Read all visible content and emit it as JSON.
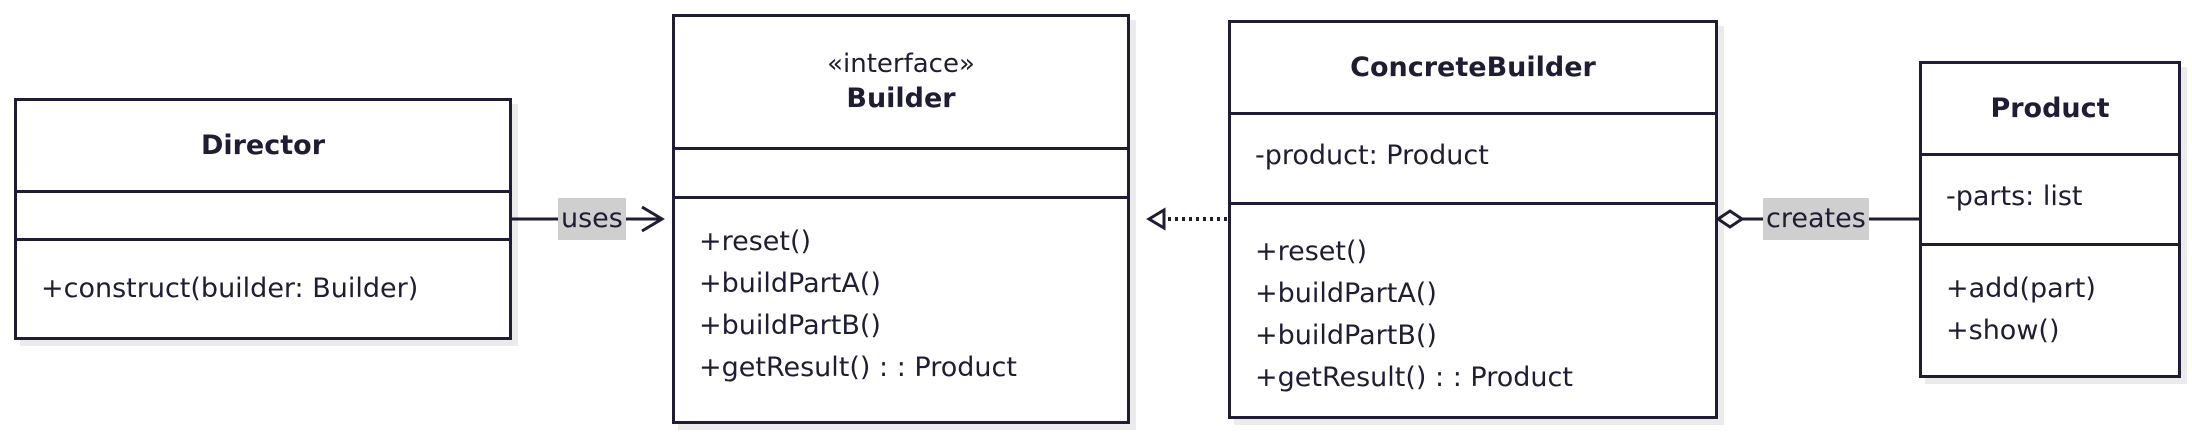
{
  "diagram": {
    "classes": {
      "director": {
        "name": "Director",
        "attributes": [],
        "methods": [
          "+construct(builder: Builder)"
        ]
      },
      "builder": {
        "stereotype": "«interface»",
        "name": "Builder",
        "attributes": [],
        "methods": [
          "+reset()",
          "+buildPartA()",
          "+buildPartB()",
          "+getResult() : : Product"
        ]
      },
      "concrete_builder": {
        "name": "ConcreteBuilder",
        "attributes": [
          "-product: Product"
        ],
        "methods": [
          "+reset()",
          "+buildPartA()",
          "+buildPartB()",
          "+getResult() : : Product"
        ]
      },
      "product": {
        "name": "Product",
        "attributes": [
          "-parts: list"
        ],
        "methods": [
          "+add(part)",
          "+show()"
        ]
      }
    },
    "relations": {
      "uses_label": "uses",
      "creates_label": "creates"
    },
    "colors": {
      "stroke": "#1f1d33",
      "label_background": "#cfcfcf",
      "background": "#ffffff"
    }
  }
}
